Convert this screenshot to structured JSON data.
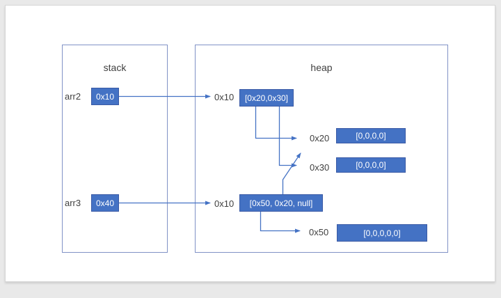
{
  "diagram": {
    "stack": {
      "title": "stack",
      "entries": [
        {
          "name": "arr2",
          "value": "0x10"
        },
        {
          "name": "arr3",
          "value": "0x40"
        }
      ]
    },
    "heap": {
      "title": "heap",
      "blocks": [
        {
          "address": "0x10",
          "value": "[0x20,0x30]"
        },
        {
          "address": "0x20",
          "value": "[0,0,0,0]"
        },
        {
          "address": "0x30",
          "value": "[0,0,0,0]"
        },
        {
          "address": "0x10",
          "value": "[0x50, 0x20, null]"
        },
        {
          "address": "0x50",
          "value": "[0,0,0,0,0]"
        }
      ]
    },
    "colors": {
      "cell_fill": "#4472C4",
      "cell_border": "#3a5aa5",
      "cell_text": "#ffffff",
      "connector": "#4472C4",
      "frame_border": "#8092c6",
      "label_text": "#3f3f3f"
    }
  }
}
